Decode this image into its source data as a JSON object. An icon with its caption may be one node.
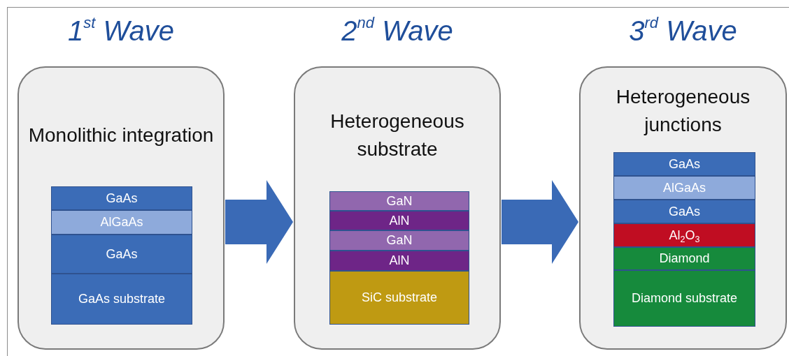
{
  "diagram": {
    "nodes": [
      {
        "text": [
          "1$^{st}$ Wave",
          "Monolithic integration"
        ]
      },
      {
        "text": [
          "GaAs"
        ],
        "in": 0
      },
      {
        "text": [
          "AlGaAs"
        ],
        "in": 0
      },
      {
        "text": [
          "GaAs"
        ],
        "in": 0
      },
      {
        "text": [
          "GaAs substrate"
        ],
        "in": 0
      },
      {
        "text": [
          "2$^{nd}$ Wave",
          "Heterogeneous substrate"
        ]
      },
      {
        "text": [
          "GaN"
        ],
        "in": 5
      },
      {
        "text": [
          "AlN"
        ],
        "in": 5
      },
      {
        "text": [
          "GaN"
        ],
        "in": 5
      },
      {
        "text": [
          "AlN"
        ],
        "in": 5
      },
      {
        "text": [
          "SiC substrate"
        ],
        "in": 5
      },
      {
        "text": [
          "3$^{rd}$ Wave",
          "Heterogeneous junctions"
        ]
      },
      {
        "text": [
          "GaAs"
        ],
        "in": 11
      },
      {
        "text": [
          "AlGaAs"
        ],
        "in": 11
      },
      {
        "text": [
          "GaAs"
        ],
        "in": 11
      },
      {
        "text": [
          "Al$_{2}$O$_{3}$"
        ],
        "in": 11
      },
      {
        "text": [
          "Diamond"
        ],
        "in": 11
      },
      {
        "text": [
          "Diamond substrate"
        ],
        "in": 11
      }
    ],
    "edges": [
      {
        "from": 0,
        "to": 5,
        "arrow": "to"
      },
      {
        "from": 5,
        "to": 11,
        "arrow": "to"
      }
    ]
  }
}
